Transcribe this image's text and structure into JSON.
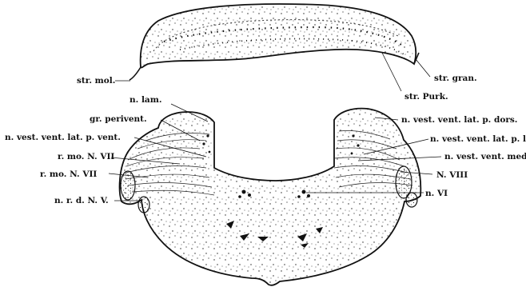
{
  "labels": {
    "str_mol": "str. mol.",
    "str_gran": "str. gran.",
    "str_purk": "str. Purk.",
    "n_lam": "n. lam.",
    "gr_perivent": "gr. perivent.",
    "n_vest_vent_lat_p_vent": "n. vest. vent. lat. p. vent.",
    "r_mo_n_vii_1": "r. mo. N. VII",
    "r_mo_n_vii_2": "r. mo. N. VII",
    "n_r_d_n_v": "n. r. d. N. V.",
    "n_vest_vent_lat_p_dors": "n. vest. vent. lat. p. dors.",
    "n_vest_vent_lat_p_lat": "n. vest. vent. lat. p. lat.",
    "n_vest_vent_med": "n. vest. vent. med.",
    "n_viii": "N. VIII",
    "n_vi": "n. VI"
  }
}
